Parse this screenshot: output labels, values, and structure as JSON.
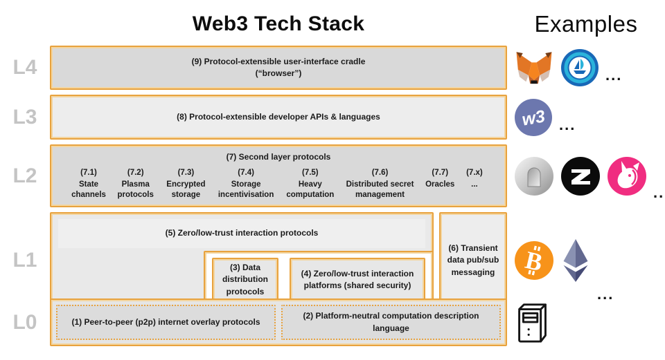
{
  "header": {
    "title": "Web3 Tech Stack",
    "examples_title": "Examples"
  },
  "colors": {
    "accent_orange": "#E8A23E",
    "metamask_orange": "#F5841F",
    "opensea_blue": "#1868B7",
    "web3_purple": "#6C77AE",
    "uniswap_pink": "#F02D80",
    "bitcoin_orange": "#F7931A",
    "ethereum_slate": "#62688F"
  },
  "layers": {
    "l4": {
      "label": "L4",
      "line1": "(9) Protocol-extensible user-interface cradle",
      "line2": "(“browser”)"
    },
    "l3": {
      "label": "L3",
      "text": "(8) Protocol-extensible developer APIs & languages"
    },
    "l2": {
      "label": "L2",
      "title": "(7) Second layer protocols",
      "items": [
        {
          "num": "(7.1)",
          "name": "State channels"
        },
        {
          "num": "(7.2)",
          "name": "Plasma protocols"
        },
        {
          "num": "(7.3)",
          "name": "Encrypted storage"
        },
        {
          "num": "(7.4)",
          "name": "Storage incentivisation"
        },
        {
          "num": "(7.5)",
          "name": "Heavy computation"
        },
        {
          "num": "(7.6)",
          "name": "Distributed secret management"
        },
        {
          "num": "(7.7)",
          "name": "Oracles"
        },
        {
          "num": "(7.x)",
          "name": "..."
        }
      ]
    },
    "l1": {
      "label": "L1",
      "box5": "(5) Zero/low-trust interaction protocols",
      "box3": "(3) Data distribution protocols",
      "box4": "(4) Zero/low-trust interaction platforms (shared security)",
      "box6": "(6) Transient data pub/sub messaging"
    },
    "l0": {
      "label": "L0",
      "box1": "(1) Peer-to-peer (p2p) internet overlay protocols",
      "box2": "(2) Platform-neutral computation description language"
    }
  },
  "examples": {
    "l4": {
      "icons": [
        "metamask-icon",
        "opensea-icon"
      ],
      "more": "..."
    },
    "l3": {
      "icons": [
        "web3-icon"
      ],
      "more": "..."
    },
    "l2": {
      "icons": [
        "silver-coin-icon",
        "z-coin-icon",
        "uniswap-icon"
      ],
      "more": "..."
    },
    "l1": {
      "icons": [
        "bitcoin-icon",
        "ethereum-icon"
      ],
      "more": "..."
    },
    "l0": {
      "icons": [
        "computer-tower-icon"
      ]
    }
  }
}
